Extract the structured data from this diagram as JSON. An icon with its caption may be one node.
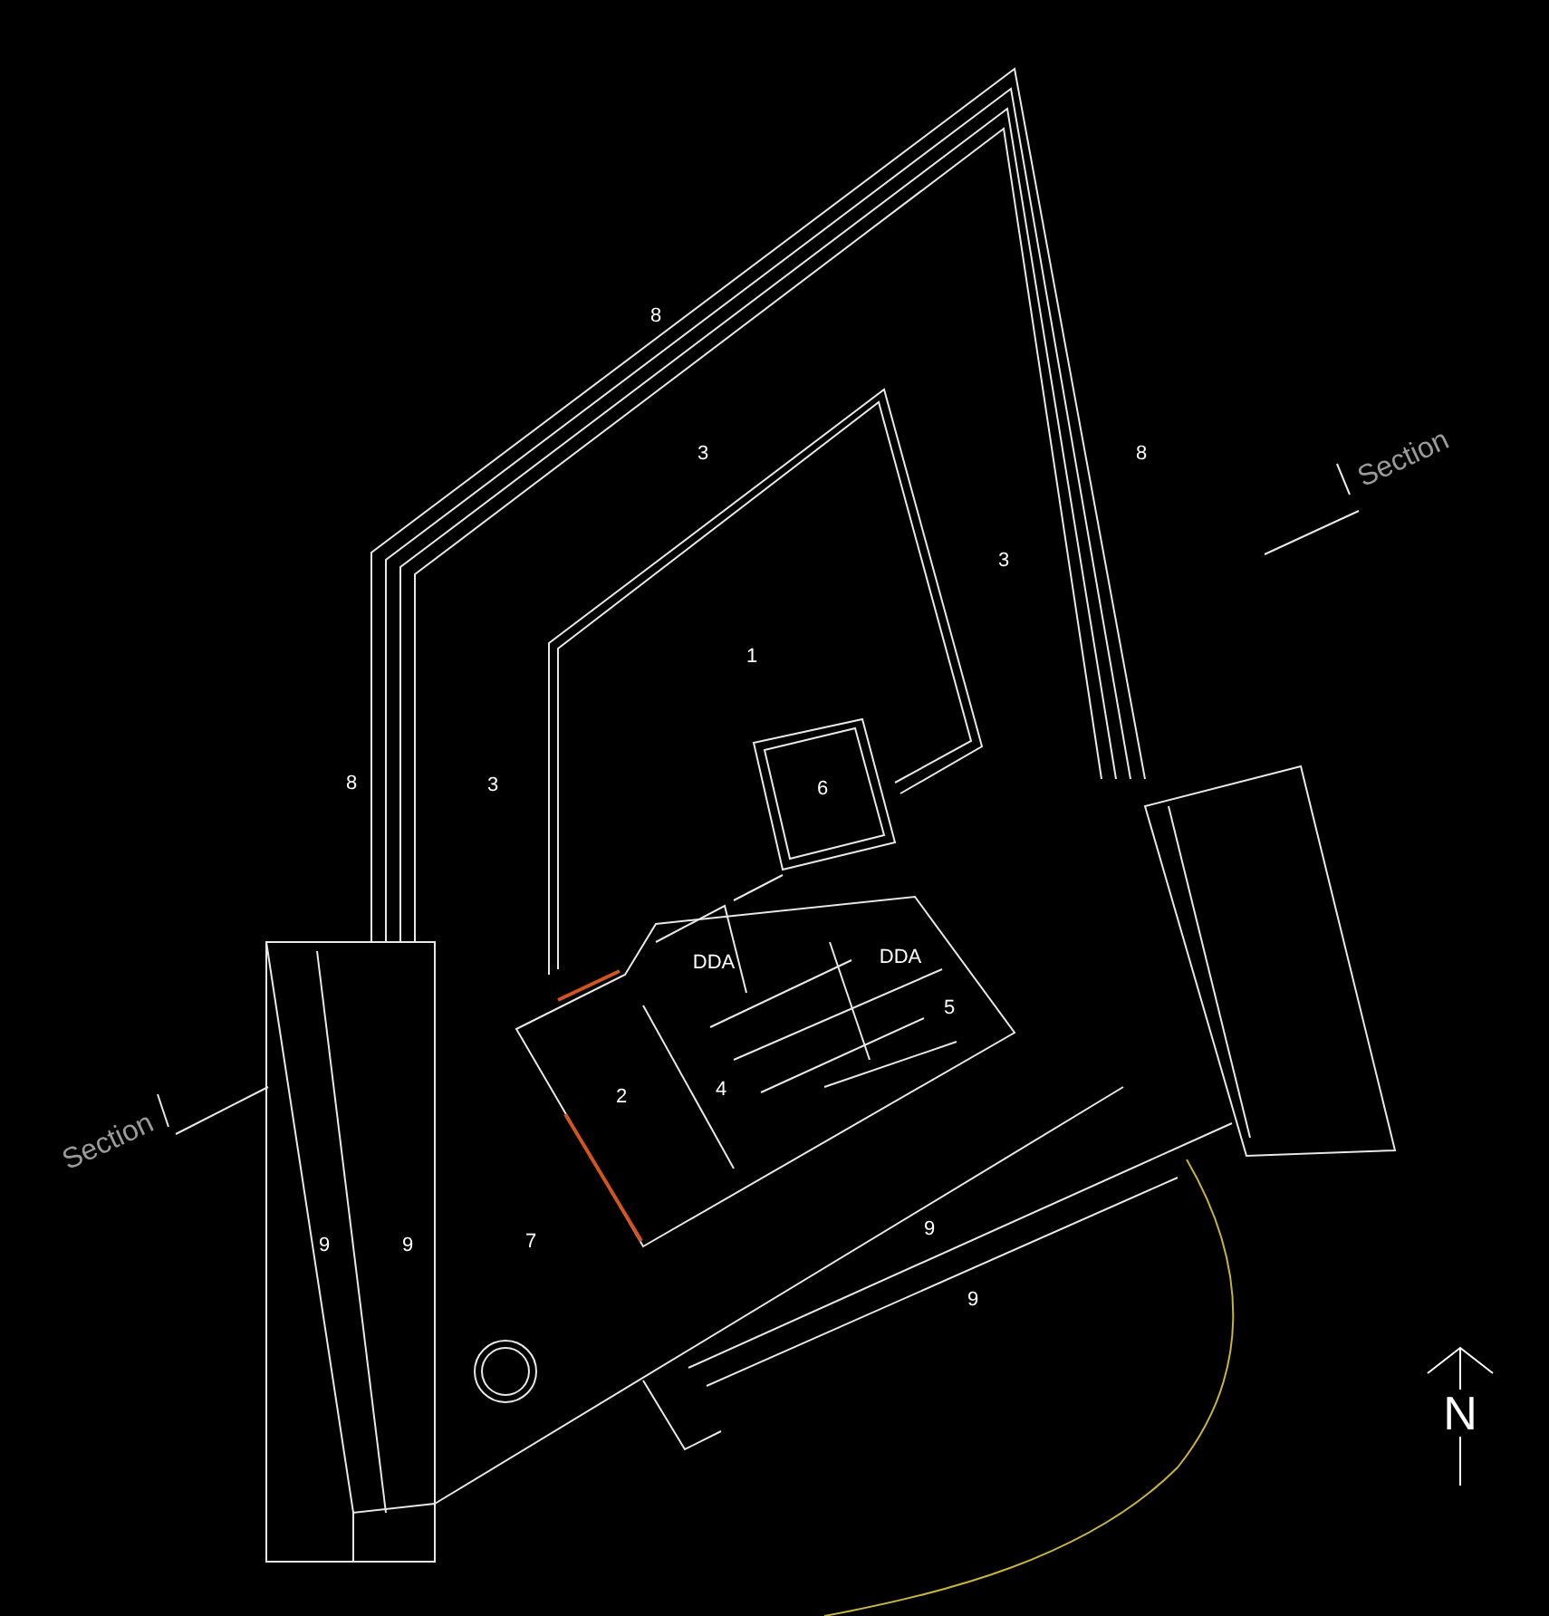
{
  "diagram": {
    "labels": [
      "8",
      "3",
      "Section",
      "8",
      "3",
      "1",
      "8",
      "3",
      "6",
      "DDA",
      "DDA",
      "5",
      "4",
      "2",
      "Section",
      "9",
      "9",
      "7",
      "9",
      "9",
      "N"
    ]
  }
}
